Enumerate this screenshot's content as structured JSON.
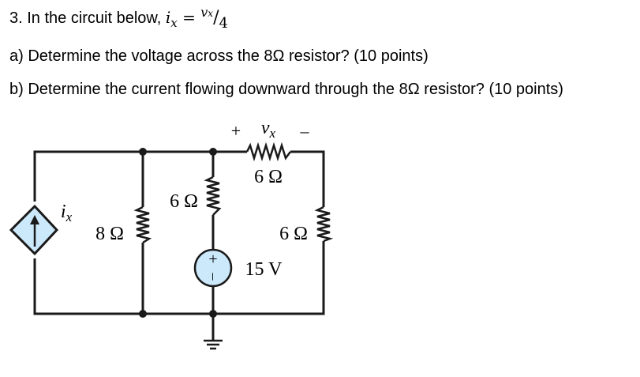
{
  "question": {
    "title_prefix": "3. In the circuit below, ",
    "ix_base": "i",
    "ix_sub": "x",
    "equals": " = ",
    "vx_base": "v",
    "vx_sub": "x",
    "slash": "/",
    "denominator": "4",
    "part_a": "a) Determine the voltage across the 8Ω resistor? (10 points)",
    "part_b": "b) Determine the current flowing downward through the 8Ω resistor? (10 points)"
  },
  "circuit": {
    "vx_plus": "+",
    "vx_minus": "–",
    "vx_label_base": "v",
    "vx_label_sub": "x",
    "ix_label_base": "i",
    "ix_label_sub": "x",
    "r_left_label": "8 Ω",
    "r_mid_label": "6 Ω",
    "r_top_label": "6 Ω",
    "r_right_label": "6 Ω",
    "source_plus": "+",
    "source_minus": "–",
    "source_label": "15 V",
    "source_fill": "#cce8fb",
    "wire_color": "#1a1a1a"
  }
}
